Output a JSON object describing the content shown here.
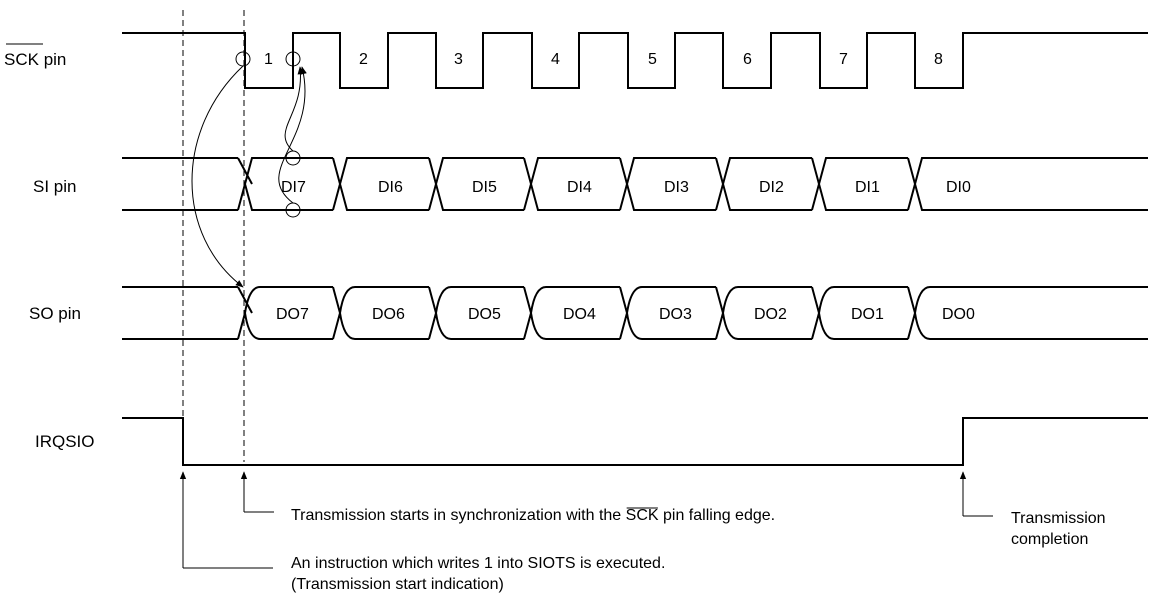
{
  "signals": {
    "sck": {
      "name": "SCK",
      "suffix": " pin",
      "pulse_numbers": [
        "1",
        "2",
        "3",
        "4",
        "5",
        "6",
        "7",
        "8"
      ]
    },
    "si": {
      "label": "SI pin",
      "cells": [
        "DI7",
        "DI6",
        "DI5",
        "DI4",
        "DI3",
        "DI2",
        "DI1",
        "DI0"
      ]
    },
    "so": {
      "label": "SO pin",
      "cells": [
        "DO7",
        "DO6",
        "DO5",
        "DO4",
        "DO3",
        "DO2",
        "DO1",
        "DO0"
      ]
    },
    "irq": {
      "label": "IRQSIO"
    }
  },
  "annotations": {
    "sync_before": "Transmission starts in synchronization with the ",
    "sync_overline": "SCK",
    "sync_after": " pin falling edge.",
    "instruction_line1": "An instruction which writes 1 into SIOTS is executed.",
    "instruction_line2": "(Transmission start indication)",
    "completion_line1": "Transmission",
    "completion_line2": "completion"
  }
}
